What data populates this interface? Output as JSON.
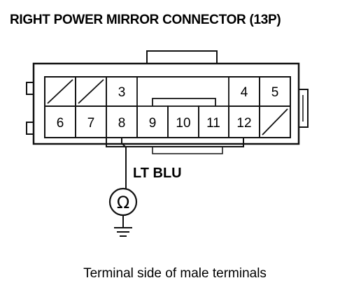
{
  "title": "RIGHT POWER MIRROR CONNECTOR (13P)",
  "pins": {
    "p3": "3",
    "p4": "4",
    "p5": "5",
    "p6": "6",
    "p7": "7",
    "p8": "8",
    "p9": "9",
    "p10": "10",
    "p11": "11",
    "p12": "12"
  },
  "wire_color_label": "LT BLU",
  "ohmmeter_symbol": "Ω",
  "caption": "Terminal side of male terminals",
  "colors": {
    "line": "#111111",
    "background": "#ffffff"
  }
}
